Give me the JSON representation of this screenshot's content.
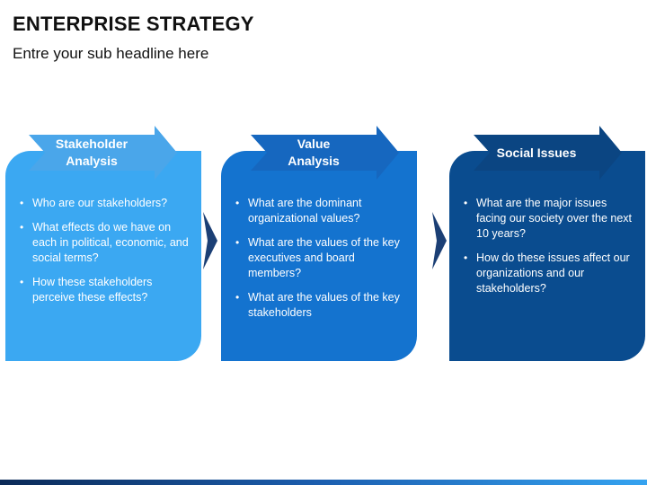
{
  "title": "ENTERPRISE STRATEGY",
  "subtitle": "Entre your sub headline here",
  "colors": {
    "card1": "#3ba8f2",
    "card2": "#1473cf",
    "card3": "#0a4c8f",
    "banner1": "#4aa6ea",
    "banner2": "#1667bf",
    "banner3": "#0b4582",
    "chevron": "#1b3f75"
  },
  "cards": [
    {
      "banner_line1": "Stakeholder",
      "banner_line2": "Analysis",
      "bullets": [
        "Who are our stakeholders?",
        "What effects do we have on each in political, economic, and social terms?",
        "How these stakeholders perceive these effects?"
      ]
    },
    {
      "banner_line1": "Value",
      "banner_line2": "Analysis",
      "bullets": [
        "What are the dominant organizational values?",
        "What are the values of the key executives and board members?",
        "What are the values of the key stakeholders"
      ]
    },
    {
      "banner_line1": "Social Issues",
      "banner_line2": "",
      "bullets": [
        "What are the major issues facing our society over the next 10 years?",
        "How do these issues affect our organizations and our stakeholders?"
      ]
    }
  ],
  "bullet_glyph": "•"
}
